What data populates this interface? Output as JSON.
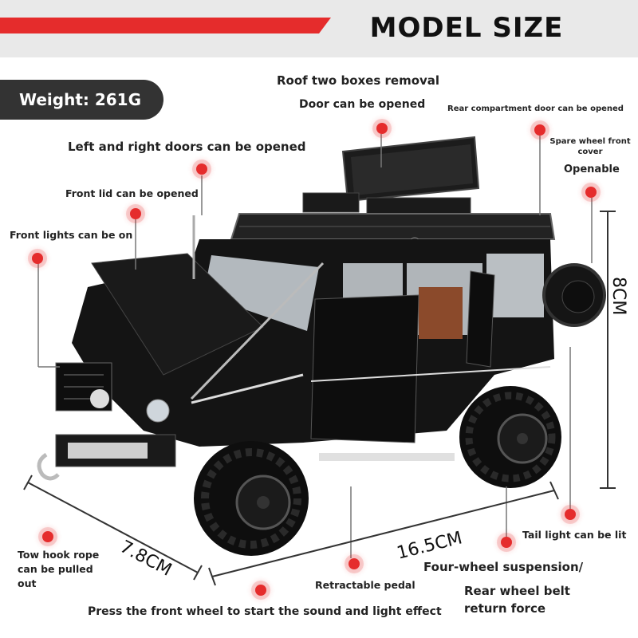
{
  "header": {
    "title": "MODEL SIZE",
    "stripe_color": "#e52c2c"
  },
  "weight": {
    "label": "Weight: 261G"
  },
  "features": {
    "roof_boxes": "Roof two boxes removal",
    "door_opened": "Door can be opened",
    "rear_compartment": "Rear compartment door can be opened",
    "left_right_doors": "Left and right doors can be opened",
    "spare_wheel_cover": "Spare wheel front cover",
    "openable": "Openable",
    "front_lid": "Front lid can be opened",
    "front_lights": "Front lights can be on",
    "tow_hook": "Tow hook rope can be pulled out",
    "tail_light": "Tail light can be lit",
    "suspension": "Four-wheel suspension/",
    "rear_wheel_belt": "Rear wheel belt return force",
    "retractable_pedal": "Retractable pedal",
    "press_front_wheel": "Press the front wheel to start the sound and light effect"
  },
  "dimensions": {
    "height": "8CM",
    "length": "16.5CM",
    "width": "7.8CM"
  },
  "colors": {
    "accent": "#e52c2c",
    "vehicle": "#111111",
    "interior": "#8b4a2b",
    "badge": "#333333"
  }
}
